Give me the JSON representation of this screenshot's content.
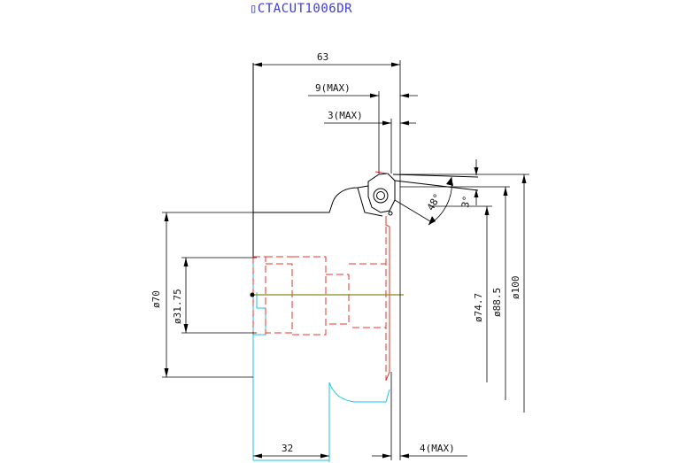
{
  "title": "▯CTACUT1006DR",
  "dimensions": {
    "overall_length": "63",
    "max9": "9(MAX)",
    "max3": "3(MAX)",
    "angle_a": "48°",
    "angle_b": "3°",
    "dia_70": "ø70",
    "dia_3175": "ø31.75",
    "dia_747": "ø74.7",
    "dia_885": "ø88.5",
    "dia_100": "ø100",
    "length_32": "32",
    "max4": "4(MAX)"
  },
  "colors": {
    "outline": "#000000",
    "hidden": "#e8332a",
    "body": "#19c4e6",
    "center_axis": "#8a8a1e",
    "title": "#3b3bdc"
  }
}
